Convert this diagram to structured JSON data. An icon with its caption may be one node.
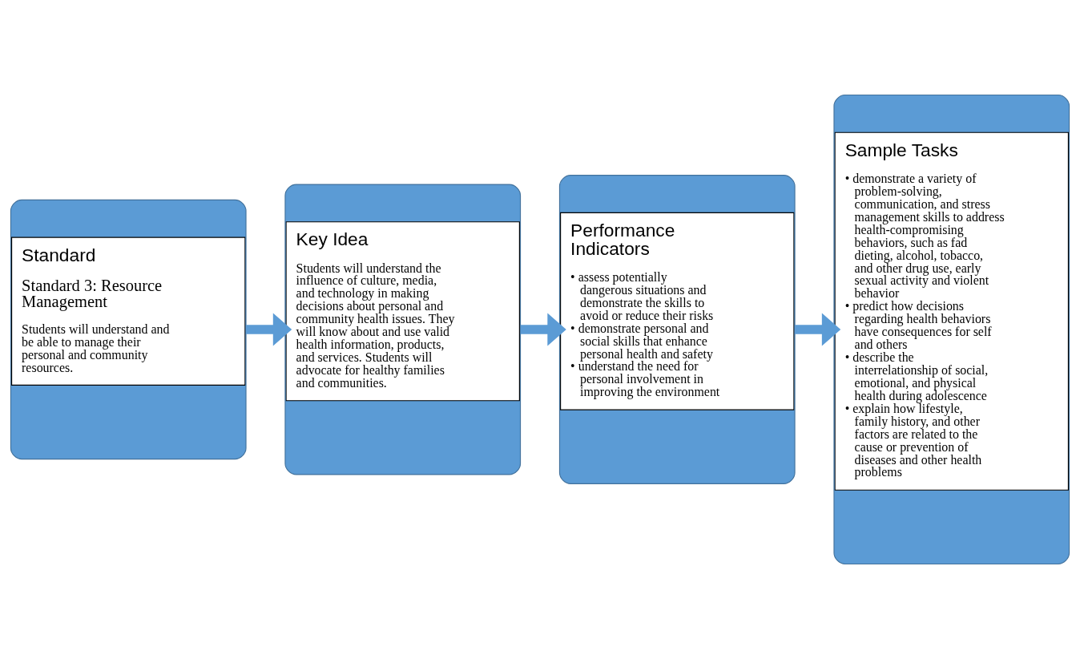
{
  "diagram": {
    "nodes": [
      {
        "text": [
          "Standard",
          "Standard 3: Resource Management",
          "Students will understand and be able to manage their personal and community resources."
        ]
      },
      {
        "text": [
          "Key Idea",
          "Students will understand the influence of culture, media, and technology in making decisions about personal and community health issues. They will know about and use valid health information, products, and services. Students will advocate for healthy families and communities."
        ]
      },
      {
        "text": [
          "Performance Indicators",
          "• assess potentially dangerous situations and demonstrate the skills to avoid or reduce their risks",
          "• demonstrate personal and social skills that enhance personal health and safety",
          "• understand the need for personal involvement in improving the environment"
        ]
      },
      {
        "text": [
          "Sample Tasks",
          "• demonstrate a variety of problem-solving, communication, and stress management skills to address health-compromising behaviors, such as fad dieting, alcohol, tobacco, and other drug use, early sexual activity and violent behavior",
          "• predict how decisions regarding health behaviors have consequences for self and others",
          "• describe the interrelationship of social, emotional, and physical health during adolescence",
          "• explain how lifestyle, family history, and other factors are related to the cause or prevention of diseases and other health problems"
        ]
      }
    ],
    "edges": [
      {
        "from": 0,
        "to": 1,
        "arrow": "to"
      },
      {
        "from": 1,
        "to": 2,
        "arrow": "to"
      },
      {
        "from": 2,
        "to": 3,
        "arrow": "to"
      }
    ]
  }
}
